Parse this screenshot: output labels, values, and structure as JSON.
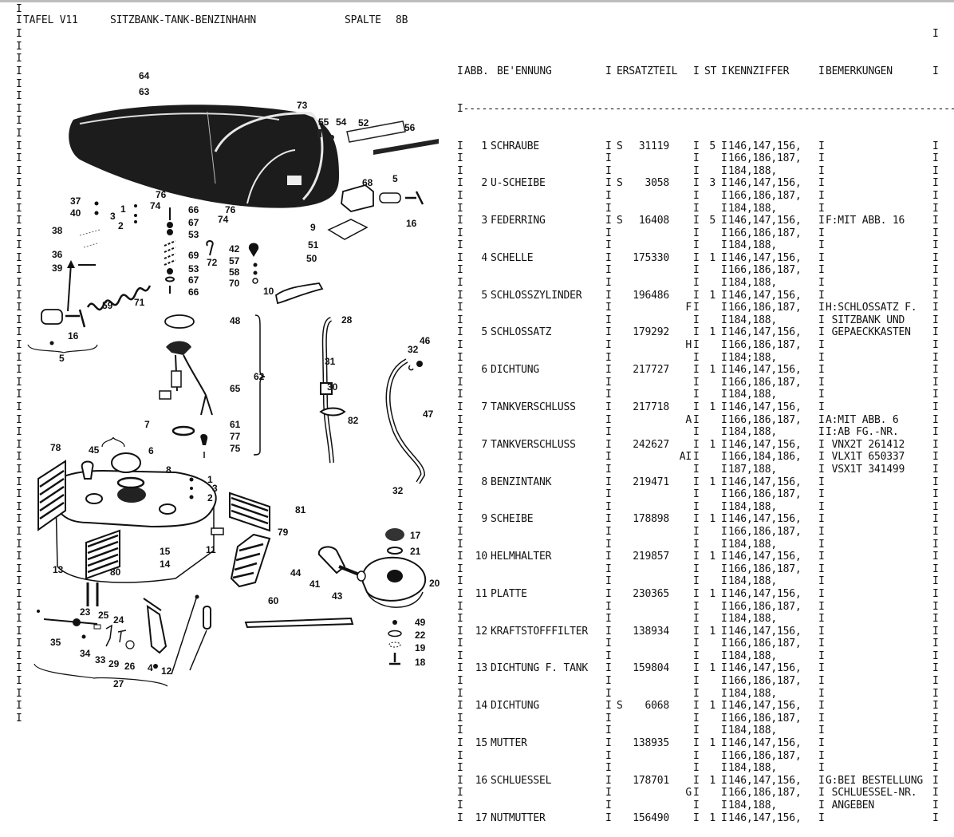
{
  "header": {
    "tafel": "TAFEL V11",
    "title": "SITZBANK-TANK-BENZINHAHN",
    "spalte_label": "SPALTE",
    "spalte_value": "8B"
  },
  "table": {
    "columns": {
      "abb": "ABB.",
      "benennung": "BE'ENNUNG",
      "ersatzteil": "ERSATZTEIL",
      "st": "ST",
      "kennziffer": "KENNZIFFER",
      "bemerkungen": "BEMERKUNGEN"
    },
    "separator": "I----------------------------------------------------------------------------------",
    "rows": [
      {
        "abb": "1",
        "name": "SCHRAUBE",
        "s": "S",
        "number": "31119",
        "flag": "",
        "st": "5",
        "kz": [
          "146,147,156,",
          "166,186,187,",
          "184,188,"
        ],
        "rem": [
          "",
          "",
          ""
        ]
      },
      {
        "abb": "2",
        "name": "U-SCHEIBE",
        "s": "S",
        "number": "3058",
        "flag": "",
        "st": "3",
        "kz": [
          "146,147,156,",
          "166,186,187,",
          "184,188,"
        ],
        "rem": [
          "",
          "",
          ""
        ]
      },
      {
        "abb": "3",
        "name": "FEDERRING",
        "s": "S",
        "number": "16408",
        "flag": "",
        "st": "5",
        "kz": [
          "146,147,156,",
          "166,186,187,",
          "184,188,"
        ],
        "rem": [
          "F:MIT ABB. 16",
          "",
          ""
        ]
      },
      {
        "abb": "4",
        "name": "SCHELLE",
        "s": "",
        "number": "175330",
        "flag": "",
        "st": "1",
        "kz": [
          "146,147,156,",
          "166,186,187,",
          "184,188,"
        ],
        "rem": [
          "",
          "",
          ""
        ]
      },
      {
        "abb": "5",
        "name": "SCHLOSSZYLINDER",
        "s": "",
        "number": "196486",
        "flag": "F",
        "st": "1",
        "kz": [
          "146,147,156,",
          "166,186,187,",
          "184,188,"
        ],
        "rem": [
          "",
          "H:SCHLOSSATZ F.",
          " SITZBANK UND"
        ]
      },
      {
        "abb": "5",
        "name": "SCHLOSSATZ",
        "s": "",
        "number": "179292",
        "flag": "H",
        "st": "1",
        "kz": [
          "146,147,156,",
          "166,186,187,",
          "184;188,"
        ],
        "rem": [
          " GEPAECKKASTEN",
          "",
          ""
        ]
      },
      {
        "abb": "6",
        "name": "DICHTUNG",
        "s": "",
        "number": "217727",
        "flag": "",
        "st": "1",
        "kz": [
          "146,147,156,",
          "166,186,187,",
          "184,188,"
        ],
        "rem": [
          "",
          "",
          ""
        ]
      },
      {
        "abb": "7",
        "name": "TANKVERSCHLUSS",
        "s": "",
        "number": "217718",
        "flag": "A",
        "st": "1",
        "kz": [
          "146,147,156,",
          "166,186,187,",
          "184,188,"
        ],
        "rem": [
          "",
          "A:MIT ABB. 6",
          "I:AB FG.-NR."
        ]
      },
      {
        "abb": "7",
        "name": "TANKVERSCHLUSS",
        "s": "",
        "number": "242627",
        "flag": "AI",
        "st": "1",
        "kz": [
          "146,147,156,",
          "166,184,186,",
          "187,188,"
        ],
        "rem": [
          " VNX2T 261412",
          " VLX1T 650337",
          " VSX1T 341499"
        ]
      },
      {
        "abb": "8",
        "name": "BENZINTANK",
        "s": "",
        "number": "219471",
        "flag": "",
        "st": "1",
        "kz": [
          "146,147,156,",
          "166,186,187,",
          "184,188,"
        ],
        "rem": [
          "",
          "",
          ""
        ]
      },
      {
        "abb": "9",
        "name": "SCHEIBE",
        "s": "",
        "number": "178898",
        "flag": "",
        "st": "1",
        "kz": [
          "146,147,156,",
          "166,186,187,",
          "184,188,"
        ],
        "rem": [
          "",
          "",
          ""
        ]
      },
      {
        "abb": "10",
        "name": "HELMHALTER",
        "s": "",
        "number": "219857",
        "flag": "",
        "st": "1",
        "kz": [
          "146,147,156,",
          "166,186,187,",
          "184,188,"
        ],
        "rem": [
          "",
          "",
          ""
        ]
      },
      {
        "abb": "11",
        "name": "PLATTE",
        "s": "",
        "number": "230365",
        "flag": "",
        "st": "1",
        "kz": [
          "146,147,156,",
          "166,186,187,",
          "184,188,"
        ],
        "rem": [
          "",
          "",
          ""
        ]
      },
      {
        "abb": "12",
        "name": "KRAFTSTOFFFILTER",
        "s": "",
        "number": "138934",
        "flag": "",
        "st": "1",
        "kz": [
          "146,147,156,",
          "166,186,187,",
          "184,188,"
        ],
        "rem": [
          "",
          "",
          ""
        ]
      },
      {
        "abb": "13",
        "name": "DICHTUNG F. TANK",
        "s": "",
        "number": "159804",
        "flag": "",
        "st": "1",
        "kz": [
          "146,147,156,",
          "166,186,187,",
          "184,188,"
        ],
        "rem": [
          "",
          "",
          ""
        ]
      },
      {
        "abb": "14",
        "name": "DICHTUNG",
        "s": "S",
        "number": "6068",
        "flag": "",
        "st": "1",
        "kz": [
          "146,147,156,",
          "166,186,187,",
          "184,188,"
        ],
        "rem": [
          "",
          "",
          ""
        ]
      },
      {
        "abb": "15",
        "name": "MUTTER",
        "s": "",
        "number": "138935",
        "flag": "",
        "st": "1",
        "kz": [
          "146,147,156,",
          "166,186,187,",
          "184,188,"
        ],
        "rem": [
          "",
          "",
          ""
        ]
      },
      {
        "abb": "16",
        "name": "SCHLUESSEL",
        "s": "",
        "number": "178701",
        "flag": "G",
        "st": "1",
        "kz": [
          "146,147,156,",
          "166,186,187,",
          "184,188,"
        ],
        "rem": [
          "G:BEI BESTELLUNG",
          " SCHLUESSEL-NR.",
          " ANGEBEN"
        ]
      },
      {
        "abb": "17",
        "name": "NUTMUTTER",
        "s": "",
        "number": "156490",
        "flag": "",
        "st": "1",
        "kz": [
          "146,147,156,"
        ],
        "rem": [
          ""
        ]
      }
    ]
  },
  "diagram": {
    "callouts": [
      {
        "id": "64",
        "label": "64"
      },
      {
        "id": "63",
        "label": "63"
      },
      {
        "id": "73",
        "label": "73"
      },
      {
        "id": "55",
        "label": "55"
      },
      {
        "id": "54",
        "label": "54"
      },
      {
        "id": "52",
        "label": "52"
      },
      {
        "id": "56",
        "label": "56"
      },
      {
        "id": "68",
        "label": "68"
      },
      {
        "id": "5a",
        "label": "5"
      },
      {
        "id": "16a",
        "label": "16"
      },
      {
        "id": "9",
        "label": "9"
      },
      {
        "id": "51",
        "label": "51"
      },
      {
        "id": "50",
        "label": "50"
      },
      {
        "id": "37",
        "label": "37"
      },
      {
        "id": "40",
        "label": "40"
      },
      {
        "id": "1a",
        "label": "1"
      },
      {
        "id": "3a",
        "label": "3"
      },
      {
        "id": "2a",
        "label": "2"
      },
      {
        "id": "38",
        "label": "38"
      },
      {
        "id": "36",
        "label": "36"
      },
      {
        "id": "39",
        "label": "39"
      },
      {
        "id": "59",
        "label": "59"
      },
      {
        "id": "71",
        "label": "71"
      },
      {
        "id": "76a",
        "label": "76"
      },
      {
        "id": "74a",
        "label": "74"
      },
      {
        "id": "66a",
        "label": "66"
      },
      {
        "id": "67a",
        "label": "67"
      },
      {
        "id": "53a",
        "label": "53"
      },
      {
        "id": "69",
        "label": "69"
      },
      {
        "id": "53b",
        "label": "53"
      },
      {
        "id": "67b",
        "label": "67"
      },
      {
        "id": "66b",
        "label": "66"
      },
      {
        "id": "74b",
        "label": "74"
      },
      {
        "id": "76b",
        "label": "76"
      },
      {
        "id": "72",
        "label": "72"
      },
      {
        "id": "42",
        "label": "42"
      },
      {
        "id": "57",
        "label": "57"
      },
      {
        "id": "58",
        "label": "58"
      },
      {
        "id": "70",
        "label": "70"
      },
      {
        "id": "10",
        "label": "10"
      },
      {
        "id": "16b",
        "label": "16"
      },
      {
        "id": "5b",
        "label": "5"
      },
      {
        "id": "48",
        "label": "48"
      },
      {
        "id": "62",
        "label": "62"
      },
      {
        "id": "65",
        "label": "65"
      },
      {
        "id": "61",
        "label": "61"
      },
      {
        "id": "77",
        "label": "77"
      },
      {
        "id": "75",
        "label": "75"
      },
      {
        "id": "28",
        "label": "28"
      },
      {
        "id": "31",
        "label": "31"
      },
      {
        "id": "30",
        "label": "30"
      },
      {
        "id": "82",
        "label": "82"
      },
      {
        "id": "46",
        "label": "46"
      },
      {
        "id": "32a",
        "label": "32"
      },
      {
        "id": "47",
        "label": "47"
      },
      {
        "id": "32b",
        "label": "32"
      },
      {
        "id": "7",
        "label": "7"
      },
      {
        "id": "78",
        "label": "78"
      },
      {
        "id": "45",
        "label": "45"
      },
      {
        "id": "6",
        "label": "6"
      },
      {
        "id": "8",
        "label": "8"
      },
      {
        "id": "1b",
        "label": "1"
      },
      {
        "id": "3b",
        "label": "3"
      },
      {
        "id": "2b",
        "label": "2"
      },
      {
        "id": "81",
        "label": "81"
      },
      {
        "id": "11",
        "label": "11"
      },
      {
        "id": "79",
        "label": "79"
      },
      {
        "id": "15",
        "label": "15"
      },
      {
        "id": "14",
        "label": "14"
      },
      {
        "id": "13",
        "label": "13"
      },
      {
        "id": "80",
        "label": "80"
      },
      {
        "id": "17",
        "label": "17"
      },
      {
        "id": "21",
        "label": "21"
      },
      {
        "id": "44",
        "label": "44"
      },
      {
        "id": "41",
        "label": "41"
      },
      {
        "id": "43",
        "label": "43"
      },
      {
        "id": "20",
        "label": "20"
      },
      {
        "id": "60",
        "label": "60"
      },
      {
        "id": "49",
        "label": "49"
      },
      {
        "id": "22",
        "label": "22"
      },
      {
        "id": "19",
        "label": "19"
      },
      {
        "id": "18",
        "label": "18"
      },
      {
        "id": "23",
        "label": "23"
      },
      {
        "id": "25",
        "label": "25"
      },
      {
        "id": "24",
        "label": "24"
      },
      {
        "id": "35",
        "label": "35"
      },
      {
        "id": "34",
        "label": "34"
      },
      {
        "id": "33",
        "label": "33"
      },
      {
        "id": "29",
        "label": "29"
      },
      {
        "id": "26",
        "label": "26"
      },
      {
        "id": "4",
        "label": "4"
      },
      {
        "id": "12",
        "label": "12"
      },
      {
        "id": "27",
        "label": "27"
      }
    ]
  }
}
